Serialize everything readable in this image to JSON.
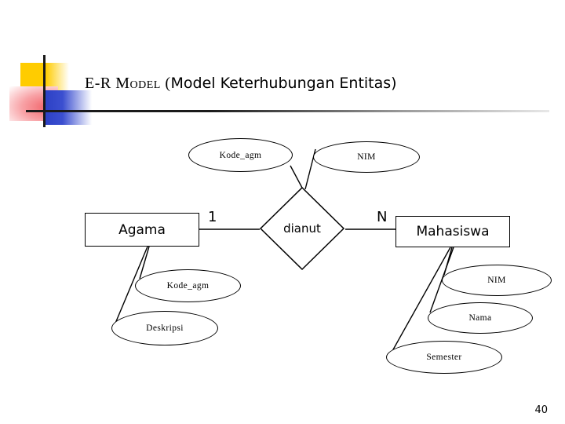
{
  "slide": {
    "page_number": "40",
    "title": {
      "prefix": "E-R Model (",
      "suffix": "Model Keterhubungan Entitas)"
    },
    "colors": {
      "deco_yellow": "#FFCC00",
      "deco_red": "#F2686E",
      "deco_blue": "#2B3FC4",
      "line": "#000000",
      "background": "#FFFFFF"
    }
  },
  "diagram": {
    "type": "er-diagram",
    "entities": [
      {
        "id": "agama",
        "label": "Agama"
      },
      {
        "id": "mahasiswa",
        "label": "Mahasiswa"
      }
    ],
    "relationships": [
      {
        "id": "dianut",
        "label": "dianut",
        "from": "Agama",
        "to": "Mahasiswa",
        "cardinality_left": "1",
        "cardinality_right": "N"
      }
    ],
    "attributes": [
      {
        "id": "kode-agm-top",
        "label": "Kode_agm",
        "owner": "dianut"
      },
      {
        "id": "nim-top",
        "label": "NIM",
        "owner": "dianut"
      },
      {
        "id": "kode-agm-bot",
        "label": "Kode_agm",
        "owner": "agama"
      },
      {
        "id": "deskripsi",
        "label": "Deskripsi",
        "owner": "agama"
      },
      {
        "id": "nim-bot",
        "label": "NIM",
        "owner": "mahasiswa"
      },
      {
        "id": "nama",
        "label": "Nama",
        "owner": "mahasiswa"
      },
      {
        "id": "semester",
        "label": "Semester",
        "owner": "mahasiswa"
      }
    ]
  }
}
